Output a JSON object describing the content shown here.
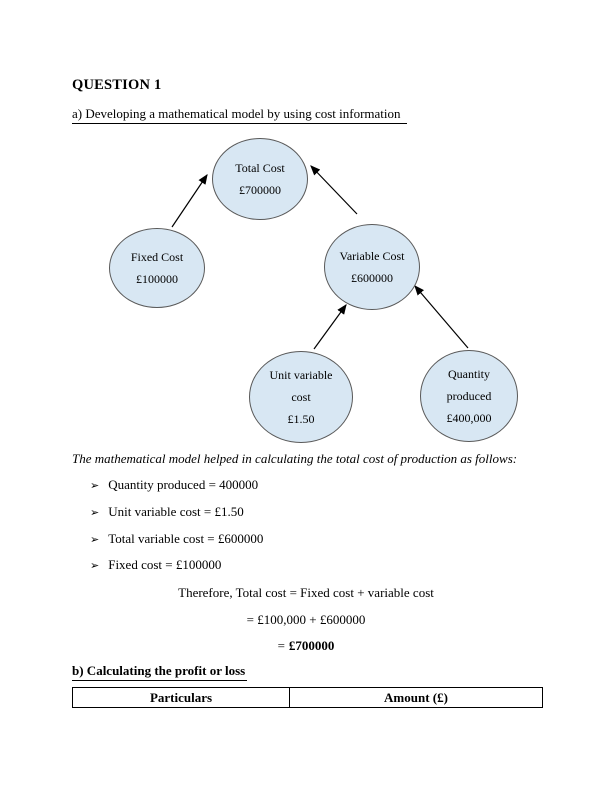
{
  "doc": {
    "title": "QUESTION 1",
    "section_a_heading": "a) Developing a mathematical model by using cost information",
    "intro": "The mathematical model helped in calculating the total cost of production as follows:",
    "bullet_glyph": "➢",
    "bullets": [
      "Quantity produced = 400000",
      "Unit variable cost = £1.50",
      "Total variable cost = £600000",
      "Fixed cost = £100000"
    ],
    "calc": {
      "line1": "Therefore, Total cost = Fixed cost + variable cost",
      "line2": "= £100,000 + £600000",
      "result_eq": "=",
      "result_value": "£700000"
    },
    "section_b_heading": "b) Calculating the profit or loss",
    "table": {
      "headers": [
        "Particulars",
        "Amount (£)"
      ]
    }
  },
  "diagram": {
    "node_fill": "#d8e7f3",
    "node_border": "#595959",
    "arrow_color": "#000000",
    "nodes": [
      {
        "id": "total-cost",
        "label": "Total Cost",
        "value": "£700000"
      },
      {
        "id": "fixed-cost",
        "label": "Fixed Cost",
        "value": "£100000"
      },
      {
        "id": "variable-cost",
        "label": "Variable Cost",
        "value": "£600000"
      },
      {
        "id": "unit-variable-cost",
        "label": "Unit variable cost",
        "value": "£1.50"
      },
      {
        "id": "quantity-produced",
        "label": "Quantity produced",
        "value": "£400,000"
      }
    ],
    "edges": [
      {
        "from": "fixed-cost",
        "to": "total-cost"
      },
      {
        "from": "variable-cost",
        "to": "total-cost"
      },
      {
        "from": "unit-variable-cost",
        "to": "variable-cost"
      },
      {
        "from": "quantity-produced",
        "to": "variable-cost"
      }
    ]
  }
}
